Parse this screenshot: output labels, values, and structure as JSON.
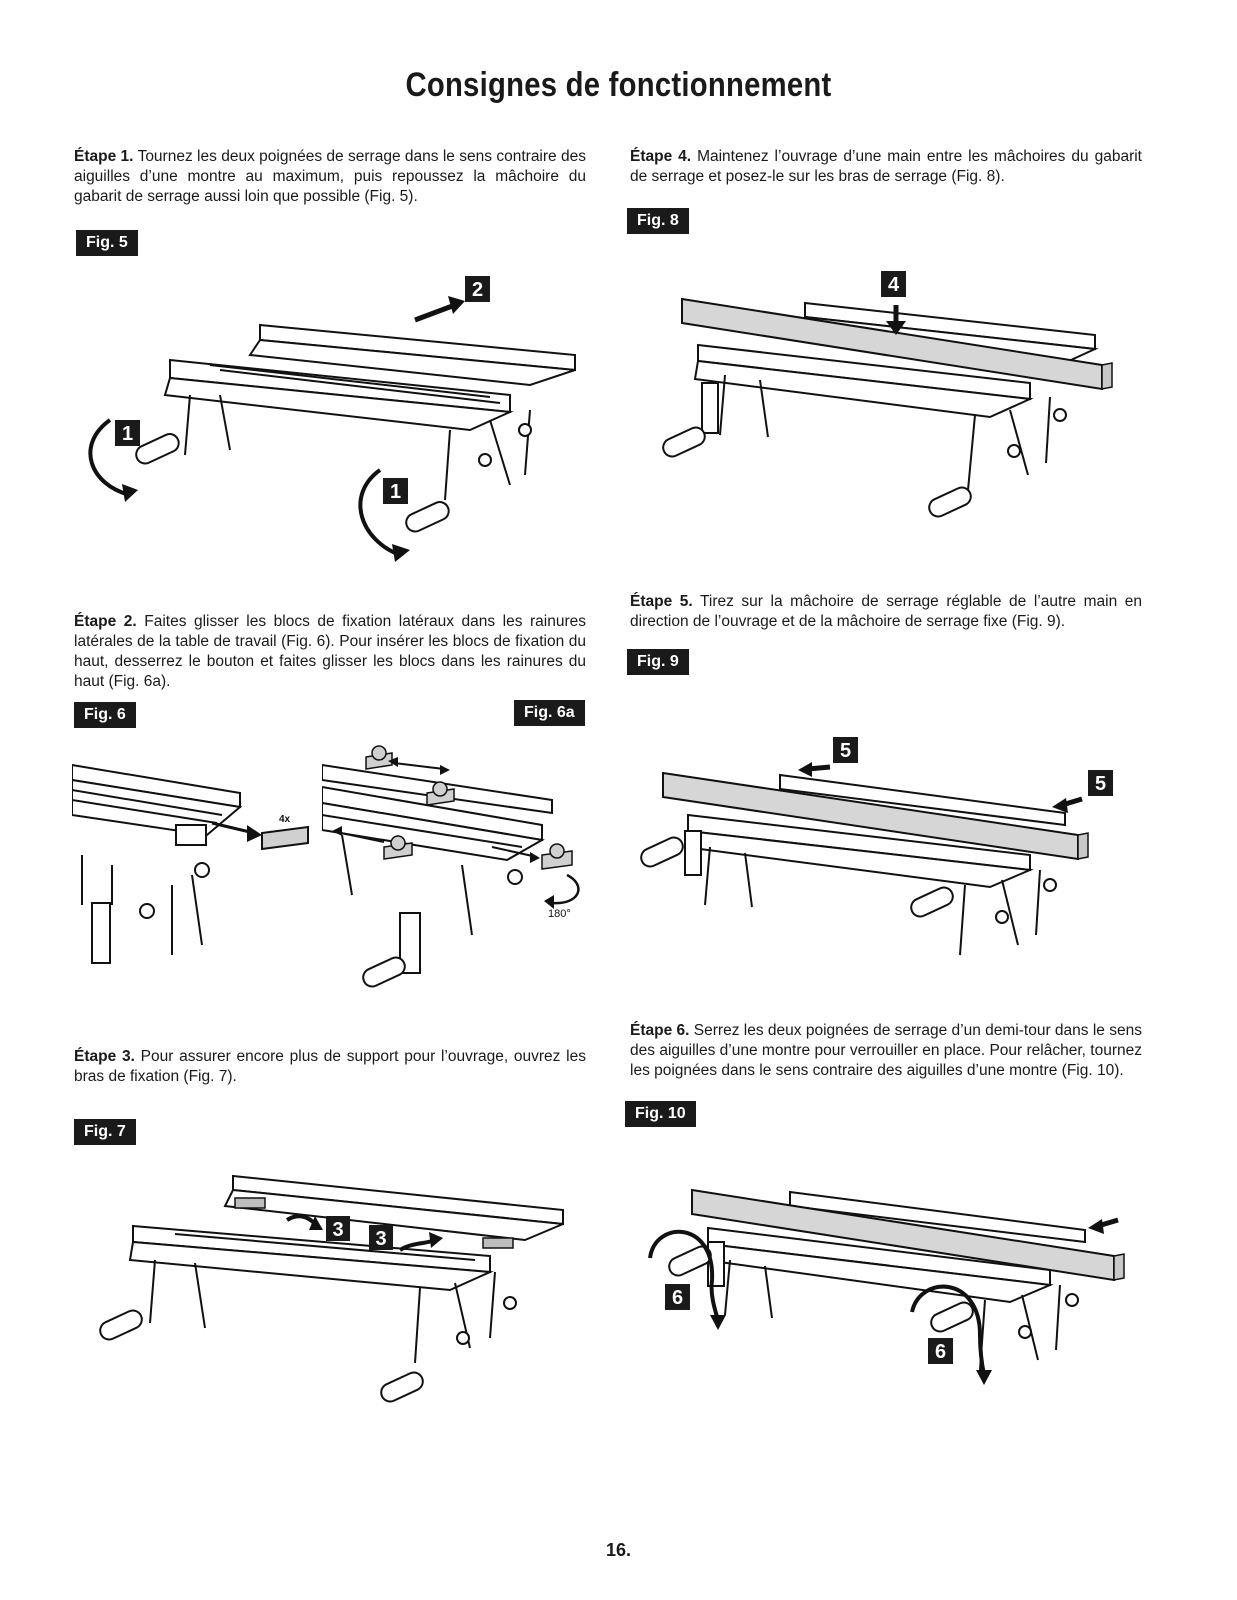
{
  "page": {
    "title": "Consignes de fonctionnement",
    "page_number": "16."
  },
  "steps": [
    {
      "label": "Étape 1.",
      "text": "Tournez les deux poignées de serrage dans le sens contraire des aiguilles d’une montre au maximum, puis repoussez la mâchoire du gabarit de serrage aussi loin que possible (Fig. 5)."
    },
    {
      "label": "Étape 2.",
      "text": "Faites glisser les blocs de fixation latéraux dans les rainures latérales de la table de travail (Fig. 6). Pour insérer les blocs de fixation du haut, desserrez le bouton et faites glisser les blocs dans les rainures du haut (Fig. 6a)."
    },
    {
      "label": "Étape 3.",
      "text": "Pour assurer encore plus de support pour l’ouvrage, ouvrez les bras de fixation (Fig. 7)."
    },
    {
      "label": "Étape 4.",
      "text": "Maintenez l’ouvrage d’une main entre les mâchoires du gabarit de serrage et posez-le sur les bras de serrage (Fig. 8)."
    },
    {
      "label": "Étape 5.",
      "text": "Tirez sur la mâchoire de serrage réglable de l’autre main en direction de l’ouvrage et de la mâchoire de serrage fixe (Fig. 9)."
    },
    {
      "label": "Étape 6.",
      "text": "Serrez les deux poignées de serrage d’un demi-tour dans le sens des aiguilles d’une montre pour verrouiller en place. Pour relâcher, tournez les poignées dans le sens contraire des aiguilles d’une montre (Fig. 10)."
    }
  ],
  "figures": {
    "fig5": {
      "label": "Fig. 5",
      "callouts": [
        "1",
        "1",
        "2"
      ]
    },
    "fig6": {
      "label": "Fig. 6",
      "count": "4x"
    },
    "fig6a": {
      "label": "Fig. 6a",
      "angle": "180°"
    },
    "fig7": {
      "label": "Fig. 7",
      "callouts": [
        "3",
        "3"
      ]
    },
    "fig8": {
      "label": "Fig. 8",
      "callouts": [
        "4"
      ]
    },
    "fig9": {
      "label": "Fig. 9",
      "callouts": [
        "5",
        "5"
      ]
    },
    "fig10": {
      "label": "Fig. 10",
      "callouts": [
        "6",
        "6"
      ]
    }
  }
}
